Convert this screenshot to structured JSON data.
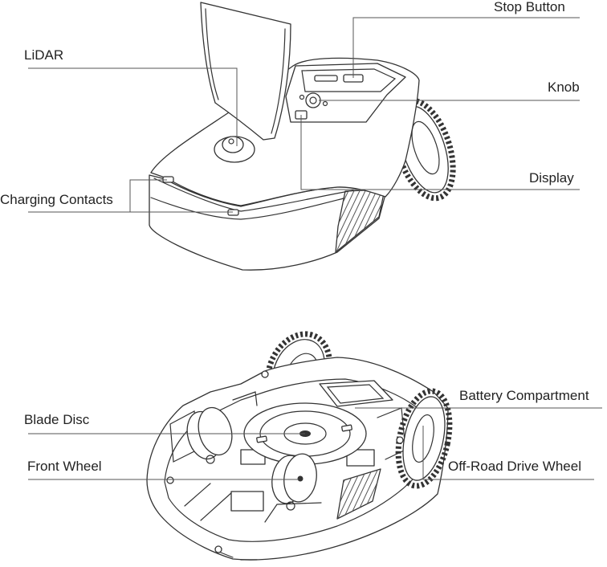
{
  "labels": {
    "stop_button": "Stop Button",
    "lidar": "LiDAR",
    "knob": "Knob",
    "display": "Display",
    "charging_contacts": "Charging Contacts",
    "battery_compartment": "Battery Compartment",
    "blade_disc": "Blade Disc",
    "front_wheel": "Front Wheel",
    "off_road_drive_wheel": "Off-Road Drive Wheel"
  },
  "colors": {
    "line": "#333333",
    "leader": "#555555",
    "text": "#222222",
    "background": "#ffffff"
  }
}
